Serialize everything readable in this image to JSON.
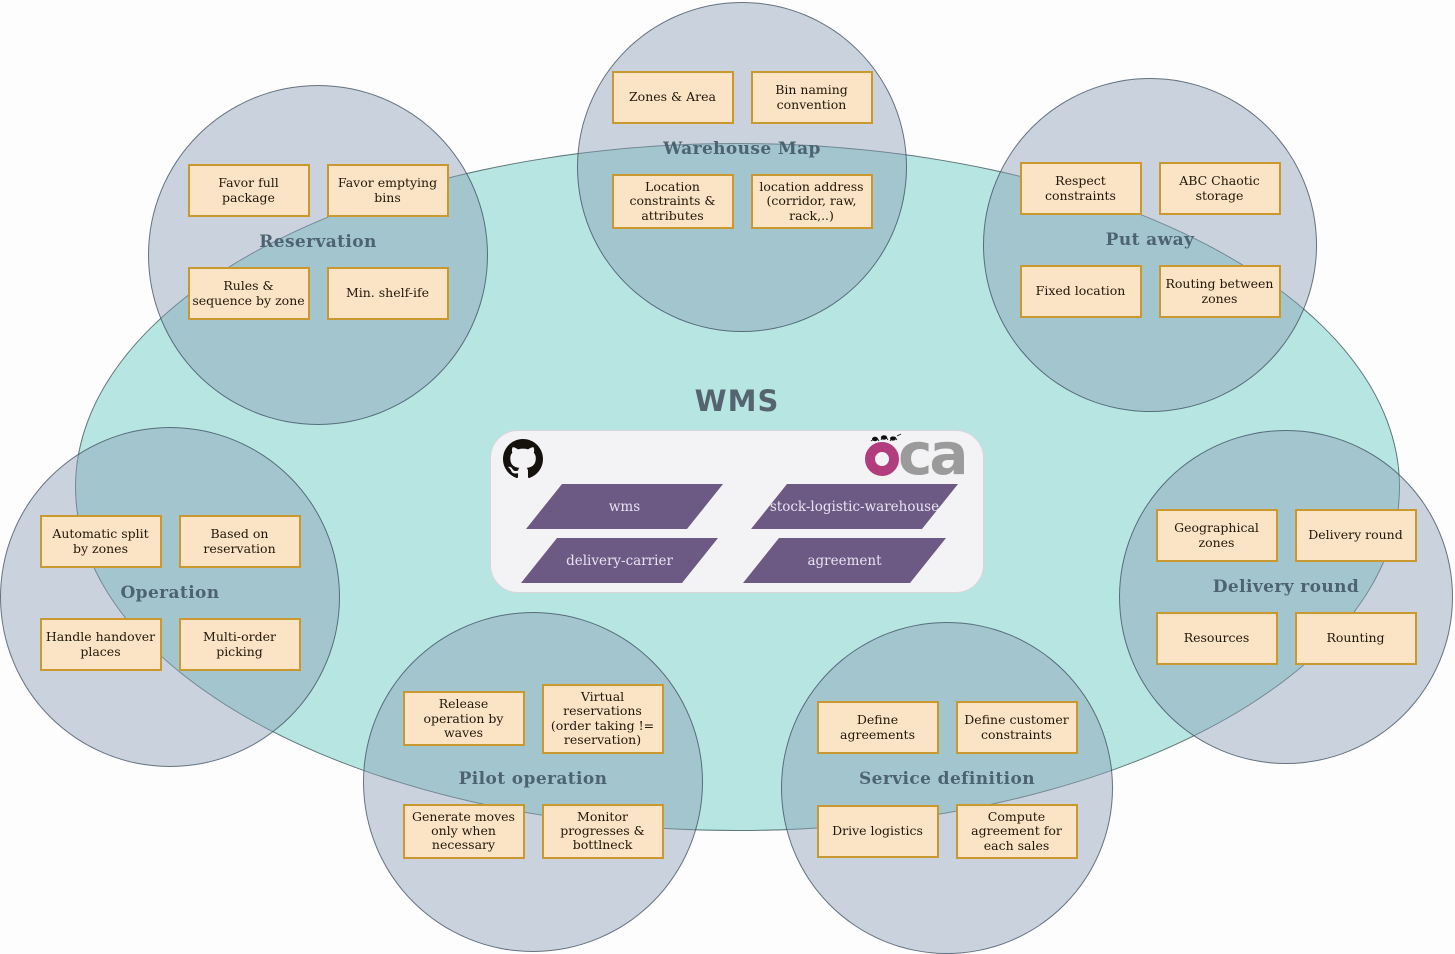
{
  "colors": {
    "ellipse_fill": "#b7e5e2",
    "cluster_fill": "#8b9fb5",
    "node_fill": "#fbe3c6",
    "node_border": "#c9992f",
    "repo_fill": "#6c5a84",
    "cluster_title_color": "#4e6372",
    "heading_color": "#566470",
    "oca_pink": "#b13d7e"
  },
  "center": {
    "heading": "WMS",
    "github_icon": "github-octocat",
    "oca_logo_text": "ca",
    "repos": [
      "wms",
      "stock-logistic-warehouse",
      "delivery-carrier",
      "agreement"
    ]
  },
  "clusters": [
    {
      "title": "Warehouse Map",
      "boxes": [
        "Zones & Area",
        "Bin naming convention",
        "Location constraints & attributes",
        "location address (corridor, raw, rack,..)"
      ]
    },
    {
      "title": "Reservation",
      "boxes": [
        "Favor full package",
        "Favor emptying bins",
        "Rules & sequence by zone",
        "Min. shelf-ife"
      ]
    },
    {
      "title": "Put away",
      "boxes": [
        "Respect constraints",
        "ABC Chaotic storage",
        "Fixed location",
        "Routing between zones"
      ]
    },
    {
      "title": "Operation",
      "boxes": [
        "Automatic split by zones",
        "Based on reservation",
        "Handle handover places",
        "Multi-order picking"
      ]
    },
    {
      "title": "Delivery round",
      "boxes": [
        "Geographical zones",
        "Delivery round",
        "Resources",
        "Rounting"
      ]
    },
    {
      "title": "Pilot operation",
      "boxes": [
        "Release operation by waves",
        "Virtual reservations (order taking != reservation)",
        "Generate moves only when necessary",
        "Monitor progresses & bottlneck"
      ]
    },
    {
      "title": "Service definition",
      "boxes": [
        "Define agreements",
        "Define customer constraints",
        "Drive logistics",
        "Compute agreement for each sales"
      ]
    }
  ]
}
